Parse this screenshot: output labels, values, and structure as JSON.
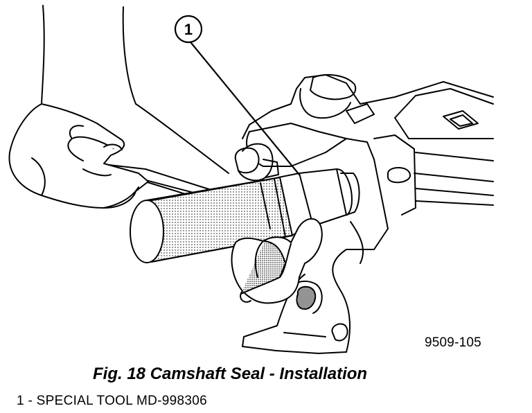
{
  "figure": {
    "code": "9509-105",
    "caption": "Fig. 18 Camshaft Seal - Installation",
    "callout_number": "1",
    "legend": [
      {
        "number": "1",
        "text": "1 - SPECIAL TOOL MD-998306"
      }
    ]
  },
  "icons": [
    "camshaft-seal-installation-illustration"
  ],
  "colors": {
    "ink": "#000000",
    "paper": "#ffffff",
    "shade": "#9a9a9a"
  }
}
